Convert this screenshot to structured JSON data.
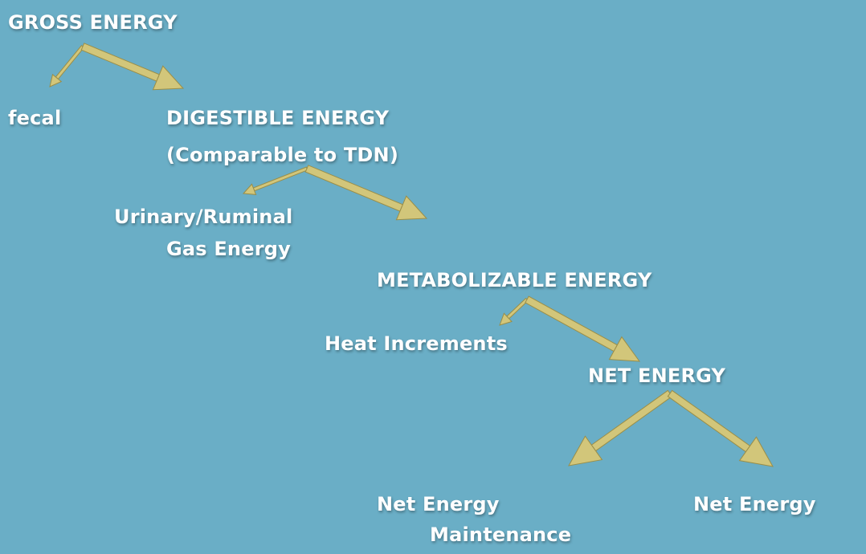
{
  "colors": {
    "background": "#6aaec6",
    "arrow": "#d2c67a",
    "text": "#ffffff"
  },
  "nodes": {
    "gross_energy": "GROSS ENERGY",
    "fecal": "fecal",
    "digestible_energy": "DIGESTIBLE ENERGY",
    "digestible_note": "(Comparable to TDN)",
    "urinary_ruminal": "Urinary/Ruminal",
    "gas_energy": "Gas Energy",
    "metabolizable_energy": "METABOLIZABLE ENERGY",
    "heat_increments": "Heat Increments",
    "net_energy": "NET ENERGY",
    "ne_maintenance_line1": "Net Energy",
    "ne_maintenance_line2": "Maintenance",
    "ne_other": "Net Energy"
  }
}
